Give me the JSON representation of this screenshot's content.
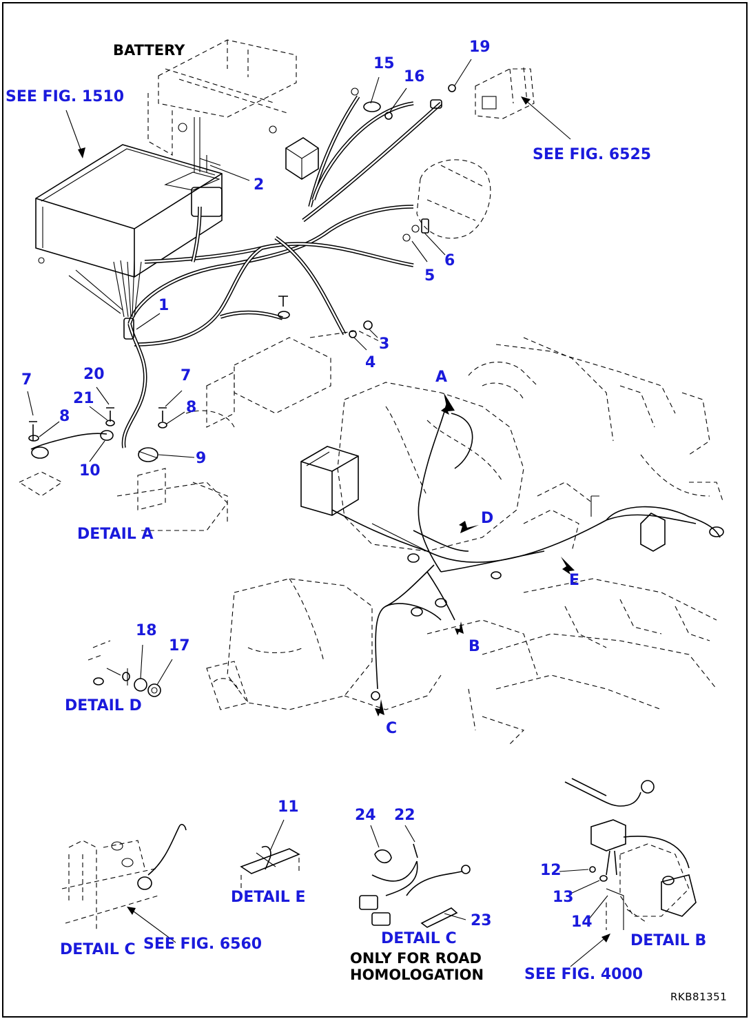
{
  "labels": {
    "battery": "BATTERY",
    "see_fig_1510": "SEE FIG. 1510",
    "see_fig_6525": "SEE FIG. 6525",
    "see_fig_6560": "SEE FIG. 6560",
    "see_fig_4000": "SEE FIG. 4000",
    "detail_a": "DETAIL A",
    "detail_b": "DETAIL B",
    "detail_c_left": "DETAIL C",
    "detail_c_right": "DETAIL C",
    "detail_d": "DETAIL D",
    "detail_e": "DETAIL E",
    "road_note_line1": "ONLY FOR ROAD",
    "road_note_line2": "HOMOLOGATION",
    "drawing_code": "RKB81351"
  },
  "view_letters": {
    "A": "A",
    "B": "B",
    "C": "C",
    "D": "D",
    "E": "E"
  },
  "part_numbers": {
    "p1": "1",
    "p2": "2",
    "p3": "3",
    "p4": "4",
    "p5": "5",
    "p6": "6",
    "p7a": "7",
    "p7b": "7",
    "p8a": "8",
    "p8b": "8",
    "p9": "9",
    "p10": "10",
    "p11": "11",
    "p12": "12",
    "p13": "13",
    "p14": "14",
    "p15": "15",
    "p16": "16",
    "p17": "17",
    "p18": "18",
    "p19": "19",
    "p20": "20",
    "p21": "21",
    "p22": "22",
    "p23": "23",
    "p24": "24"
  },
  "colors": {
    "label_blue": "#1a1adc",
    "line": "#000000",
    "background": "#ffffff"
  }
}
